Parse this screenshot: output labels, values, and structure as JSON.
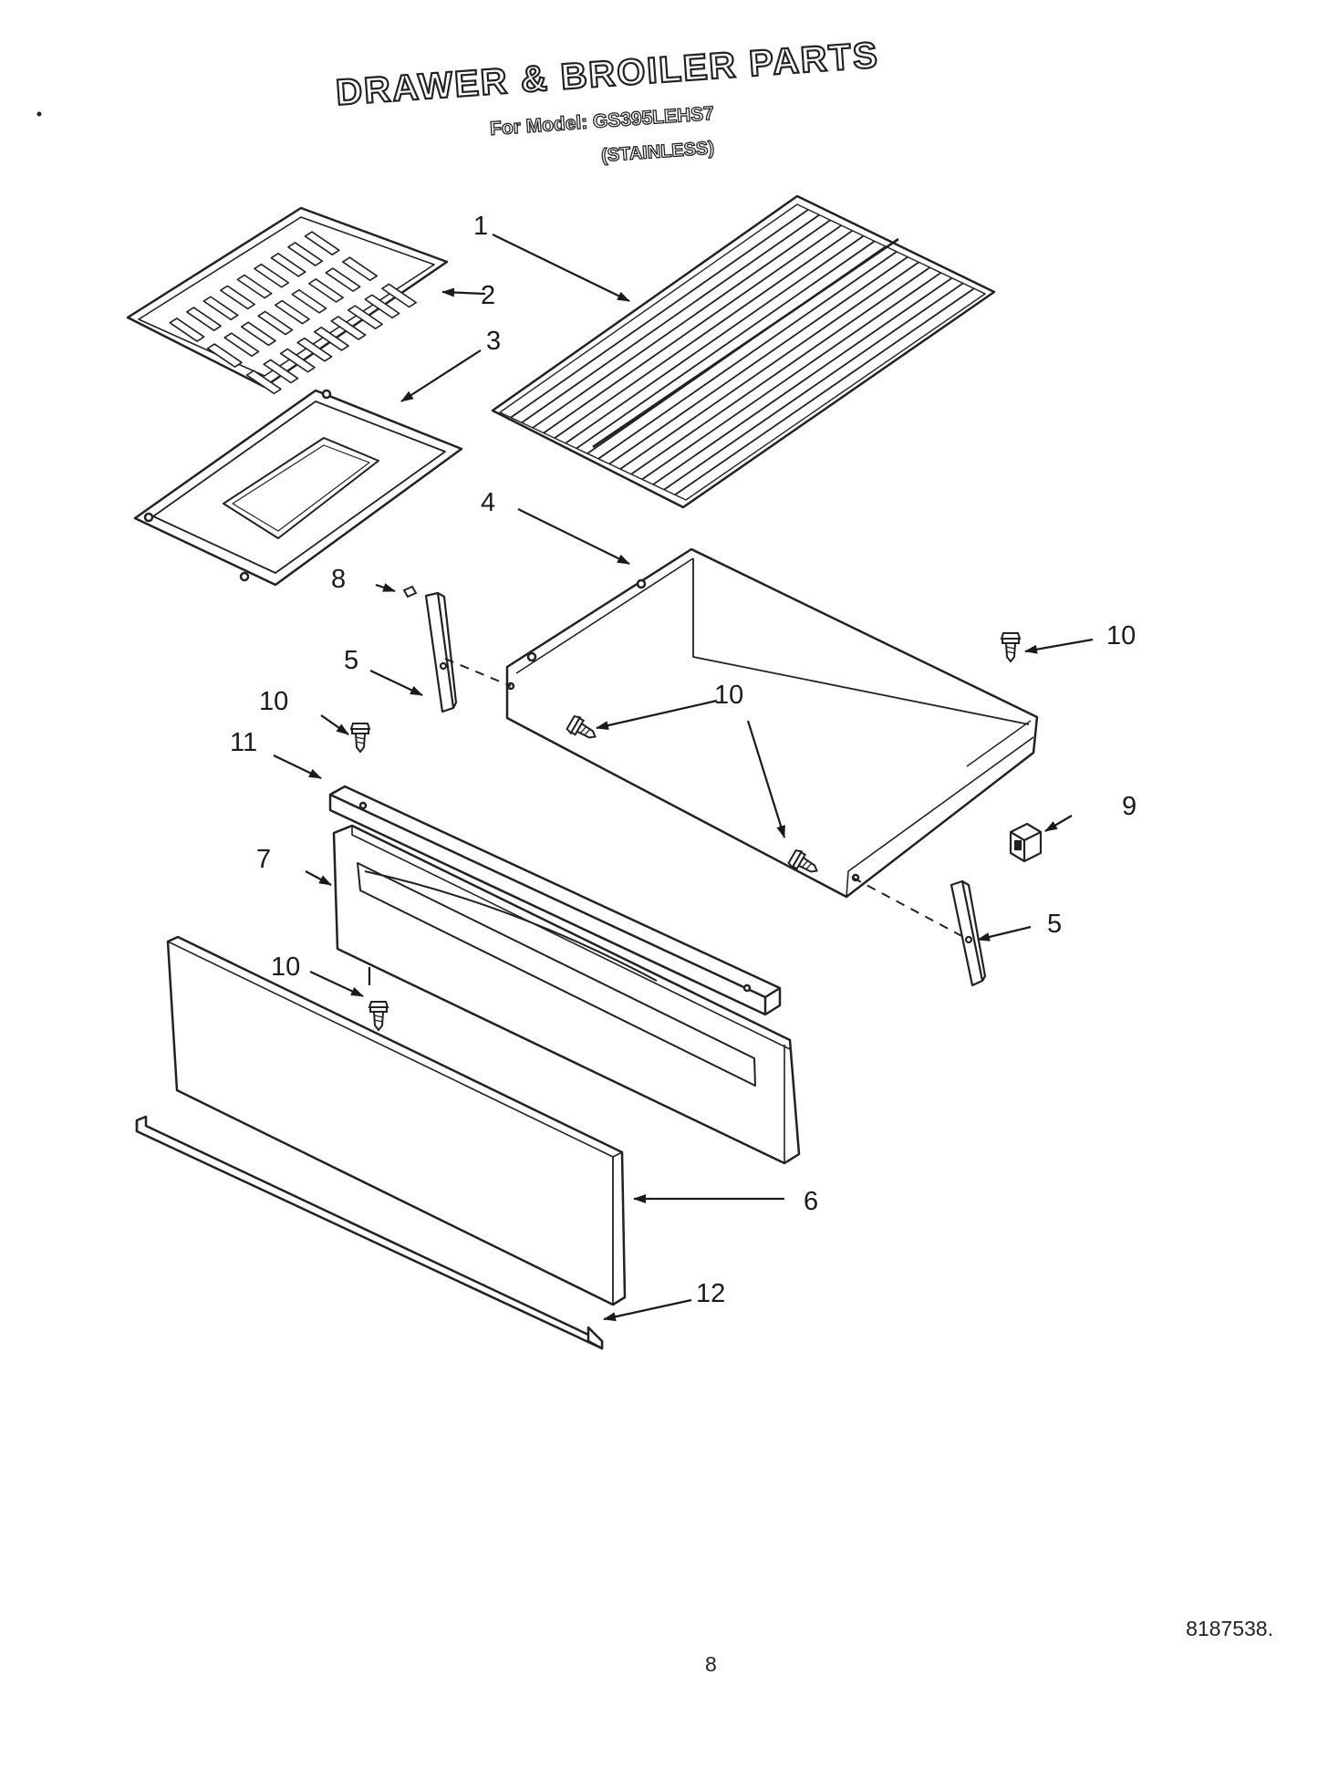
{
  "header": {
    "title": "DRAWER & BROILER PARTS",
    "model_line": "For Model: GS395LEHS7",
    "finish_line": "(STAINLESS)"
  },
  "callouts": [
    {
      "id": "c1",
      "label": "1"
    },
    {
      "id": "c2",
      "label": "2"
    },
    {
      "id": "c3",
      "label": "3"
    },
    {
      "id": "c4",
      "label": "4"
    },
    {
      "id": "c8",
      "label": "8"
    },
    {
      "id": "c10a",
      "label": "10"
    },
    {
      "id": "c5a",
      "label": "5"
    },
    {
      "id": "c10b",
      "label": "10"
    },
    {
      "id": "c10c",
      "label": "10"
    },
    {
      "id": "c11",
      "label": "11"
    },
    {
      "id": "c9",
      "label": "9"
    },
    {
      "id": "c7",
      "label": "7"
    },
    {
      "id": "c5b",
      "label": "5"
    },
    {
      "id": "c10d",
      "label": "10"
    },
    {
      "id": "c6",
      "label": "6"
    },
    {
      "id": "c12",
      "label": "12"
    }
  ],
  "footer": {
    "doc_number": "8187538.",
    "page_number": "8"
  }
}
